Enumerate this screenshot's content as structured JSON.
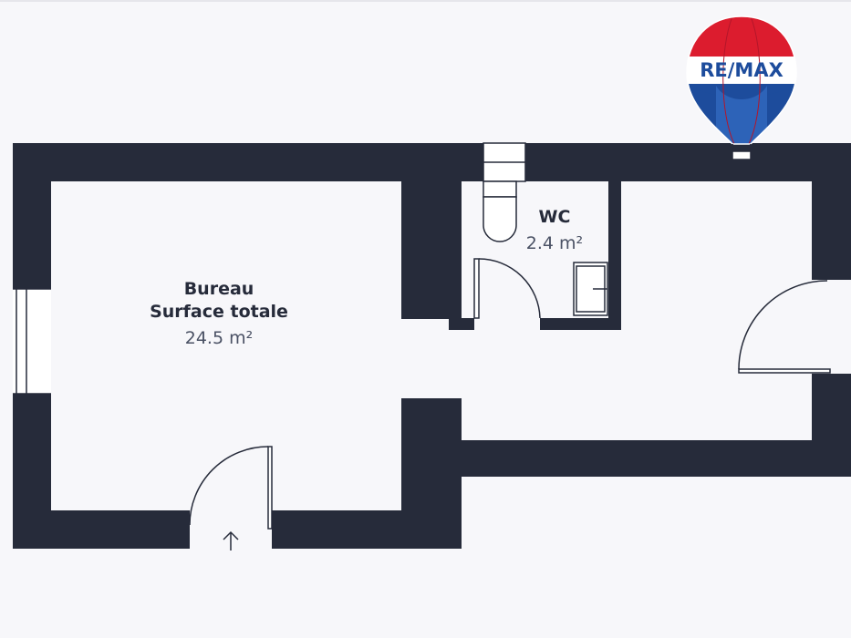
{
  "rooms": {
    "bureau": {
      "name": "Bureau",
      "subtitle": "Surface totale",
      "area": "24.5 m²"
    },
    "wc": {
      "name": "WC",
      "area": "2.4 m²"
    }
  },
  "logo": {
    "text": "RE/MAX",
    "icon": "hot-air-balloon"
  },
  "entrance": {
    "icon": "arrow-up"
  },
  "colors": {
    "wall": "#262b3a",
    "background": "#f7f7fa",
    "logo_red": "#dc1c2e",
    "logo_blue": "#1d4c9c"
  }
}
